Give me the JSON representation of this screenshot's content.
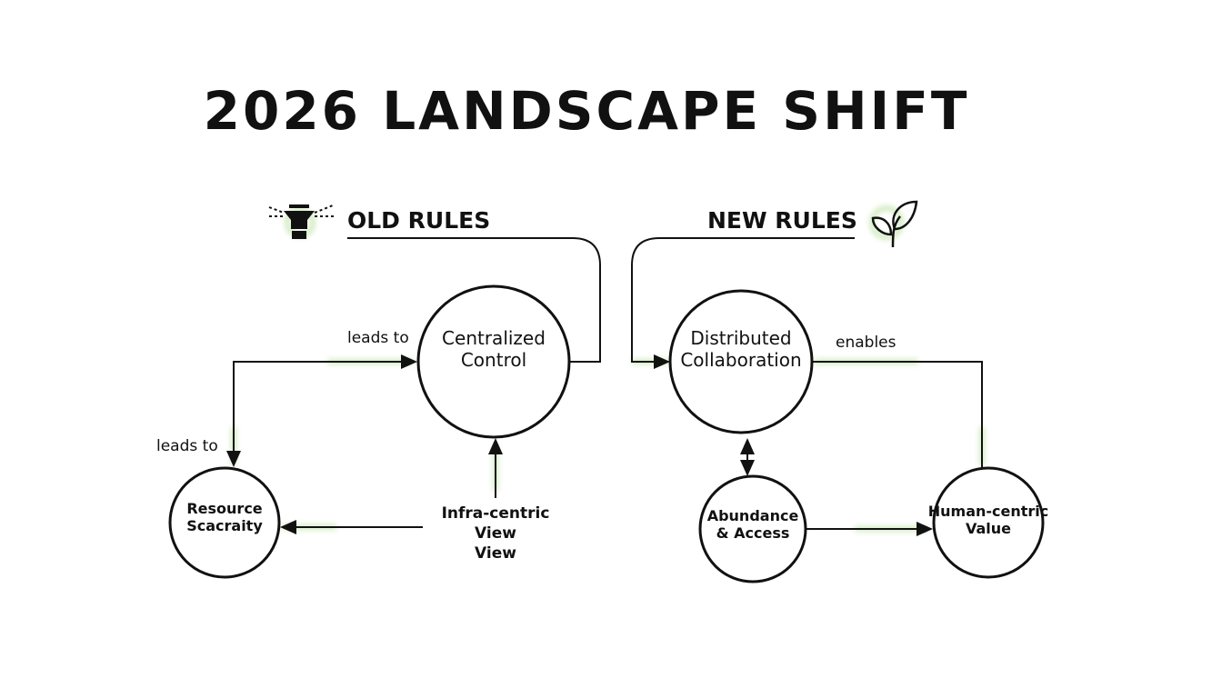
{
  "title": "2026 LANDSCAPE SHIFT",
  "old_rules": {
    "heading": "OLD RULES",
    "icon": "sprinkler-icon",
    "nodes": {
      "centralized": [
        "Centralized",
        "Control"
      ],
      "resource": [
        "Resource",
        "Scacraity"
      ],
      "infra": [
        "Infra-centric",
        "View",
        "View"
      ]
    },
    "edges": {
      "top": "leads to",
      "left": "leads to"
    }
  },
  "new_rules": {
    "heading": "NEW RULES",
    "icon": "leaf-sprout-icon",
    "nodes": {
      "distributed": [
        "Distributed",
        "Collaboration"
      ],
      "abundance": [
        "Abundance",
        "& Access"
      ],
      "human": [
        "Human-centric",
        "Value"
      ]
    },
    "edges": {
      "right": "enables"
    }
  },
  "colors": {
    "line": "#111111",
    "glow": "#7ec850"
  }
}
